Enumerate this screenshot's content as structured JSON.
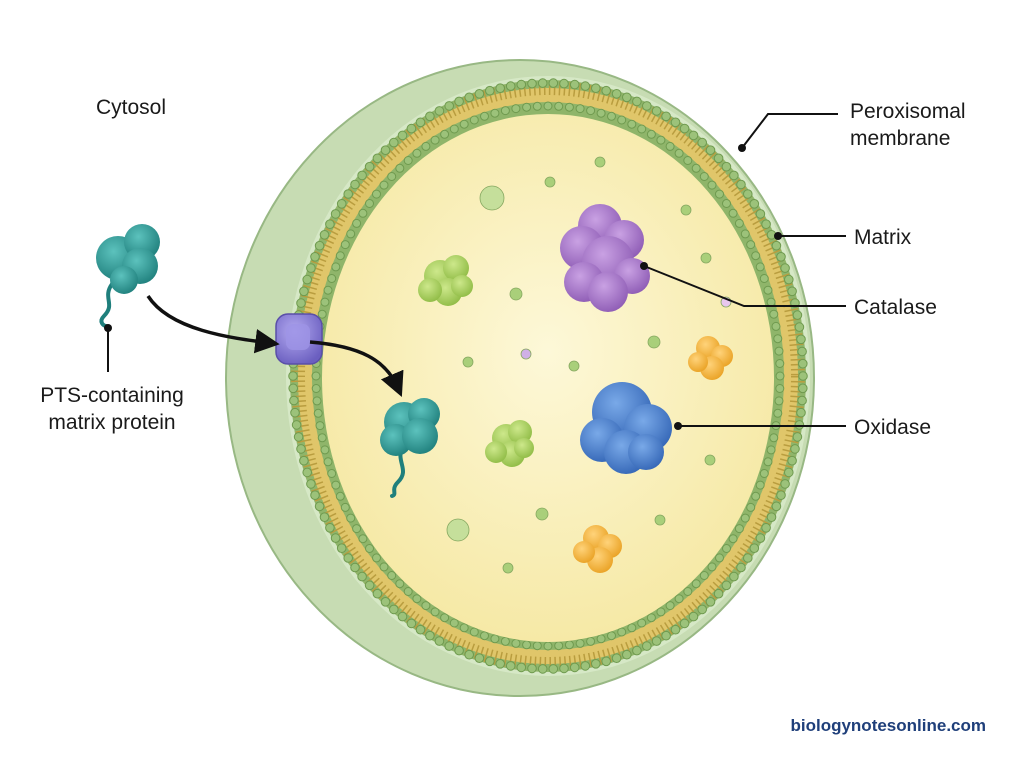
{
  "labels": {
    "cytosol": "Cytosol",
    "peroxisomal_membrane_line1": "Peroxisomal",
    "peroxisomal_membrane_line2": "membrane",
    "matrix": "Matrix",
    "catalase": "Catalase",
    "oxidase": "Oxidase",
    "pts_line1": "PTS-containing",
    "pts_line2": "matrix protein"
  },
  "watermark": "biologynotesonline.com",
  "colors": {
    "outer_shell": "#cfe3bf",
    "membrane_gold": "#e0c66a",
    "head_green": "#8fb56a",
    "matrix_fill": "#fbf3c2",
    "catalase": "#a877c9",
    "oxidase": "#4f86d0",
    "pts_protein": "#2e9a96",
    "receptor": "#8a7fd6",
    "green_blob": "#a9cf5e",
    "orange_blob": "#f4b43a"
  }
}
